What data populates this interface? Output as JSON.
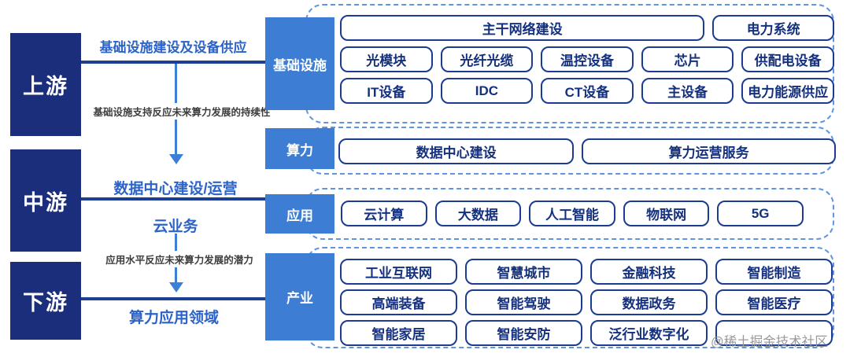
{
  "stages": [
    {
      "label": "上游"
    },
    {
      "label": "中游"
    },
    {
      "label": "下游"
    }
  ],
  "flow": {
    "link1_label": "基础设施建设及设备供应",
    "link1_caption": "基础设施支持反应未来算力发展的持续性",
    "link2_label": "数据中心建设/运营",
    "link3_label": "云业务",
    "link2_caption": "应用水平反应未来算力发展的潜力",
    "link4_label": "算力应用领域"
  },
  "groups": [
    {
      "category": "基础设施",
      "rows": [
        [
          "主干网络建设",
          "电力系统"
        ],
        [
          "光模块",
          "光纤光缆",
          "温控设备",
          "芯片",
          "供配电设备"
        ],
        [
          "IT设备",
          "IDC",
          "CT设备",
          "主设备",
          "电力能源供应"
        ]
      ]
    },
    {
      "category": "算力",
      "rows": [
        [
          "数据中心建设",
          "算力运营服务"
        ]
      ]
    },
    {
      "category": "应用",
      "rows": [
        [
          "云计算",
          "大数据",
          "人工智能",
          "物联网",
          "5G"
        ]
      ]
    },
    {
      "category": "产业",
      "rows": [
        [
          "工业互联网",
          "智慧城市",
          "金融科技",
          "智能制造"
        ],
        [
          "高端装备",
          "智能驾驶",
          "数据政务",
          "智能医疗"
        ],
        [
          "智能家居",
          "智能安防",
          "泛行业数字化",
          ""
        ]
      ]
    }
  ],
  "colors": {
    "stage_box": "#1a2e7c",
    "category_box": "#3d7ed4",
    "connector_dark": "#1c3f94",
    "arrow_blue": "#3b7fd6",
    "item_border": "#1c3c92",
    "item_text": "#14307e",
    "dashed_border": "#5e94e0",
    "label_blue": "#2b63c8",
    "caption_gray": "#3d3d3d",
    "watermark_gray": "#999999"
  },
  "watermark": "@稀土掘金技术社区"
}
